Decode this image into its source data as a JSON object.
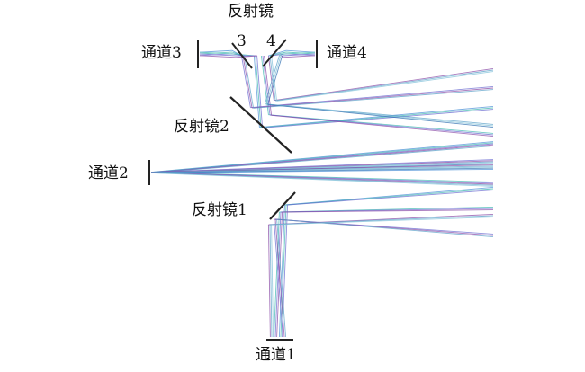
{
  "labels": {
    "mirror_top": "反射镜",
    "mirror_top_num3": "3",
    "mirror_top_num4": "4",
    "channel3": "通道3",
    "channel4": "通道4",
    "mirror2": "反射镜2",
    "channel2": "通道2",
    "mirror1": "反射镜1",
    "channel1": "通道1"
  },
  "colors": {
    "ray_palette": [
      "#4a8fd6",
      "#3fb8b0",
      "#6a6ad0",
      "#8a4aa6",
      "#5aa0c8",
      "#7fc0d8",
      "#2f6fb0"
    ],
    "mirror": "#222222",
    "detector": "#222222"
  }
}
